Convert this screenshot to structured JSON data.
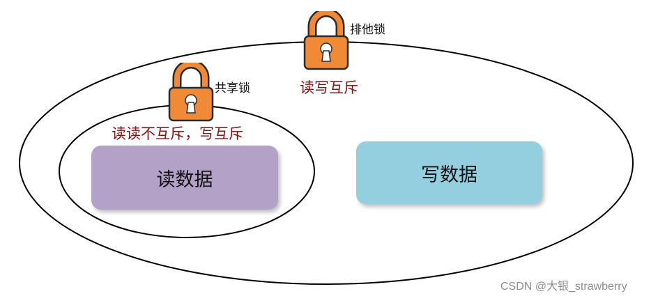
{
  "diagram": {
    "exclusive_lock_label": "排他锁",
    "exclusive_lock_note": "读写互斥",
    "shared_lock_label": "共享锁",
    "shared_lock_note": "读读不互斥，写互斥",
    "read_box_label": "读数据",
    "write_box_label": "写数据",
    "watermark": "CSDN @大银_strawberry"
  },
  "colors": {
    "lock_body": "#f08a36",
    "lock_outline": "#2b2b2b",
    "note_red": "#8b1010",
    "read_box": "#b3a1c8",
    "write_box": "#93cfdf",
    "ellipse_stroke": "#000000"
  },
  "icons": {
    "exclusive_lock": "padlock-icon",
    "shared_lock": "padlock-icon"
  }
}
